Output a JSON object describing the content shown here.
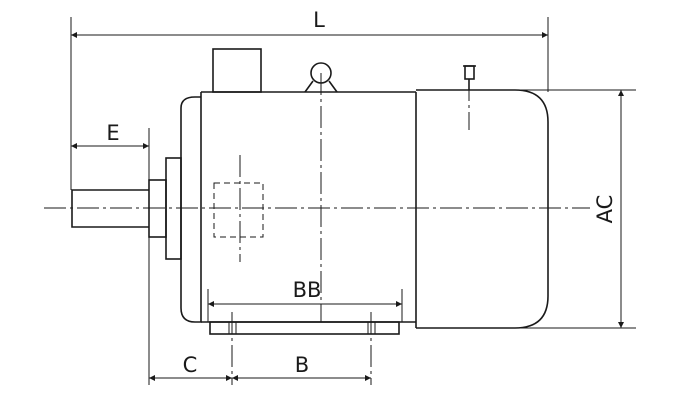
{
  "labels": {
    "L": "L",
    "E": "E",
    "AC": "AC",
    "BB": "BB",
    "C": "C",
    "B": "B"
  }
}
